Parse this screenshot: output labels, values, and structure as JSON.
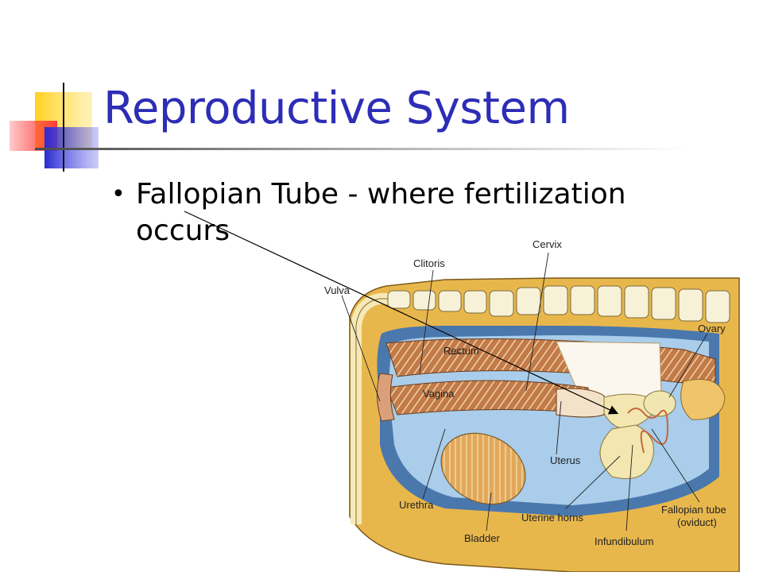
{
  "slide": {
    "title": "Reproductive System",
    "bullet": "Fallopian Tube - where fertilization occurs"
  },
  "diagram": {
    "labels": {
      "cervix": "Cervix",
      "clitoris": "Clitoris",
      "vulva": "Vulva",
      "ovary": "Ovary",
      "rectum": "Rectum",
      "vagina": "Vagina",
      "uterus": "Uterus",
      "urethra": "Urethra",
      "bladder": "Bladder",
      "uterine_horns": "Uterine horns",
      "infundibulum": "Infundibulum",
      "fallopian_tube": "Fallopian tube",
      "oviduct": "(oviduct)"
    }
  },
  "colors": {
    "title": "#2d2db6",
    "cavity_blue": "#a9cdea",
    "wall_blue": "#4a78ad",
    "body_tan": "#e8b74c",
    "tract_brown": "#c07a4b",
    "accent_yellow": "#ffd21f",
    "accent_blue": "#3a3ad6",
    "accent_red": "#ff3b3b"
  }
}
